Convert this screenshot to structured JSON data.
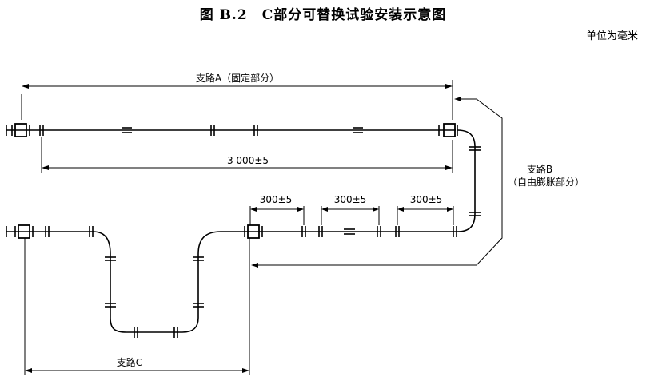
{
  "title": "图 B.2　C部分可替换试验安装示意图",
  "unit_note": "单位为毫米",
  "labels": {
    "branch_a": "支路A（固定部分）",
    "branch_b_line1": "支路B",
    "branch_b_line2": "（自由膨胀部分）",
    "branch_c": "支路C",
    "length_total": "3 000±5",
    "seg1": "300±5",
    "seg2": "300±5",
    "seg3": "300±5"
  }
}
